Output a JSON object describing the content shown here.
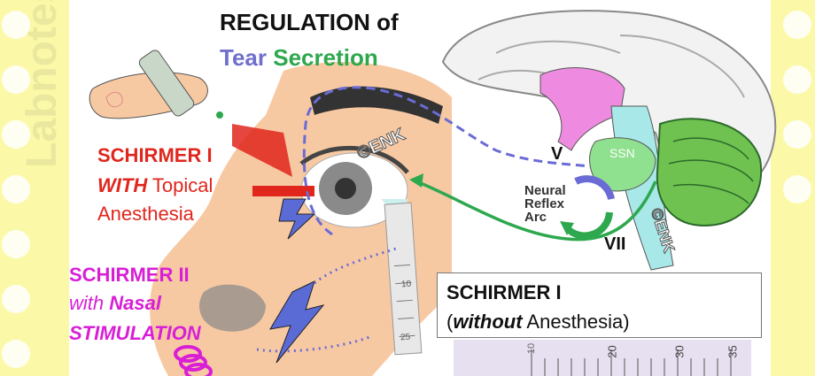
{
  "title": {
    "line1": "REGULATION of",
    "tear": "Tear",
    "secretion": "Secretion"
  },
  "schirmer1_topical": {
    "line1": "SCHIRMER I",
    "with": "WITH",
    "topical": " Topical",
    "anesthesia": "Anesthesia"
  },
  "schirmer2": {
    "line1": "SCHIRMER II",
    "with": "with ",
    "nasal": "Nasal",
    "stimulation": "STIMULATION"
  },
  "schirmer1_box": {
    "line1": "SCHIRMER I",
    "open": "(",
    "without": "without",
    "rest": " Anesthesia)"
  },
  "labels": {
    "cranial_v": "V",
    "cranial_vii": "VII",
    "ssn": "SSN",
    "neural": "Neural",
    "reflex": "Reflex",
    "arc": "Arc",
    "copyright_eye": "©ENK",
    "copyright_brain": "©ENK",
    "watermark": "Labnotes"
  },
  "strip_ticks": [
    "10",
    "20",
    "25",
    "30",
    "35"
  ],
  "colors": {
    "afferent": "#6b6bd6",
    "efferent": "#2ea84f",
    "anesthesia": "#e0261d",
    "nasal": "#d81fd6",
    "hypothalamus": "#ee8be0",
    "brainstem": "#a8e8e8",
    "cerebellum": "#6fc24f",
    "skin": "#f7c9a3"
  }
}
